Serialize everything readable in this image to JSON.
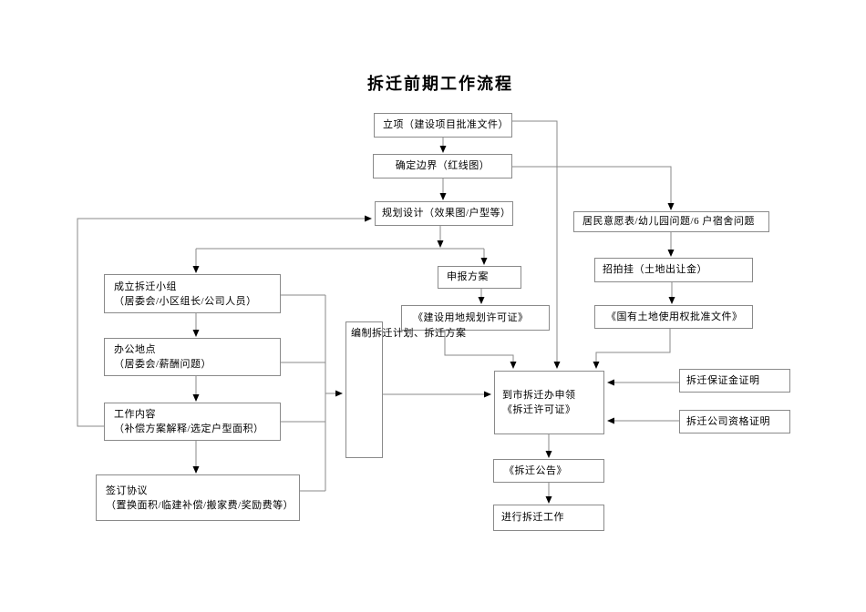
{
  "page": {
    "title": "拆迁前期工作流程"
  },
  "nodes": {
    "lixiang": {
      "label": "立项（建设项目批准文件）"
    },
    "bianjie": {
      "label": "确定边界（红线图）"
    },
    "guihua": {
      "label": "规划设计（效果图/户型等）"
    },
    "shenbao": {
      "label": "申报方案"
    },
    "jianshe": {
      "label": "《建设用地规划许可证》"
    },
    "bianzhi": {
      "label": "编制拆迁计划、拆迁方案"
    },
    "jumin": {
      "label": "居民意愿表/幼儿园问题/6 户宿舍问题"
    },
    "zhaopai": {
      "label": "招拍挂（土地出让金）"
    },
    "guoyou": {
      "label": "《国有土地使用权批准文件》"
    },
    "shenling": {
      "line1": "到市拆迁办申领",
      "line2": "《拆迁许可证》"
    },
    "gonggao": {
      "label": "《拆迁公告》"
    },
    "jinxing": {
      "label": "进行拆迁工作"
    },
    "baozheng": {
      "label": "拆迁保证金证明"
    },
    "zige": {
      "label": "拆迁公司资格证明"
    },
    "chengli": {
      "line1": "成立拆迁小组",
      "line2": "（居委会/小区组长/公司人员）"
    },
    "bangong": {
      "line1": "办公地点",
      "line2": "（居委会/薪酬问题）"
    },
    "gongzuo": {
      "line1": "工作内容",
      "line2": "（补偿方案解释/选定户型面积）"
    },
    "qianding": {
      "line1": "签订协议",
      "line2": "（置换面积/临建补偿/搬家费/奖励费等）"
    }
  },
  "colors": {
    "line": "#8a8a8a",
    "arrowhead": "#000000",
    "text": "#000000",
    "background": "#ffffff"
  }
}
